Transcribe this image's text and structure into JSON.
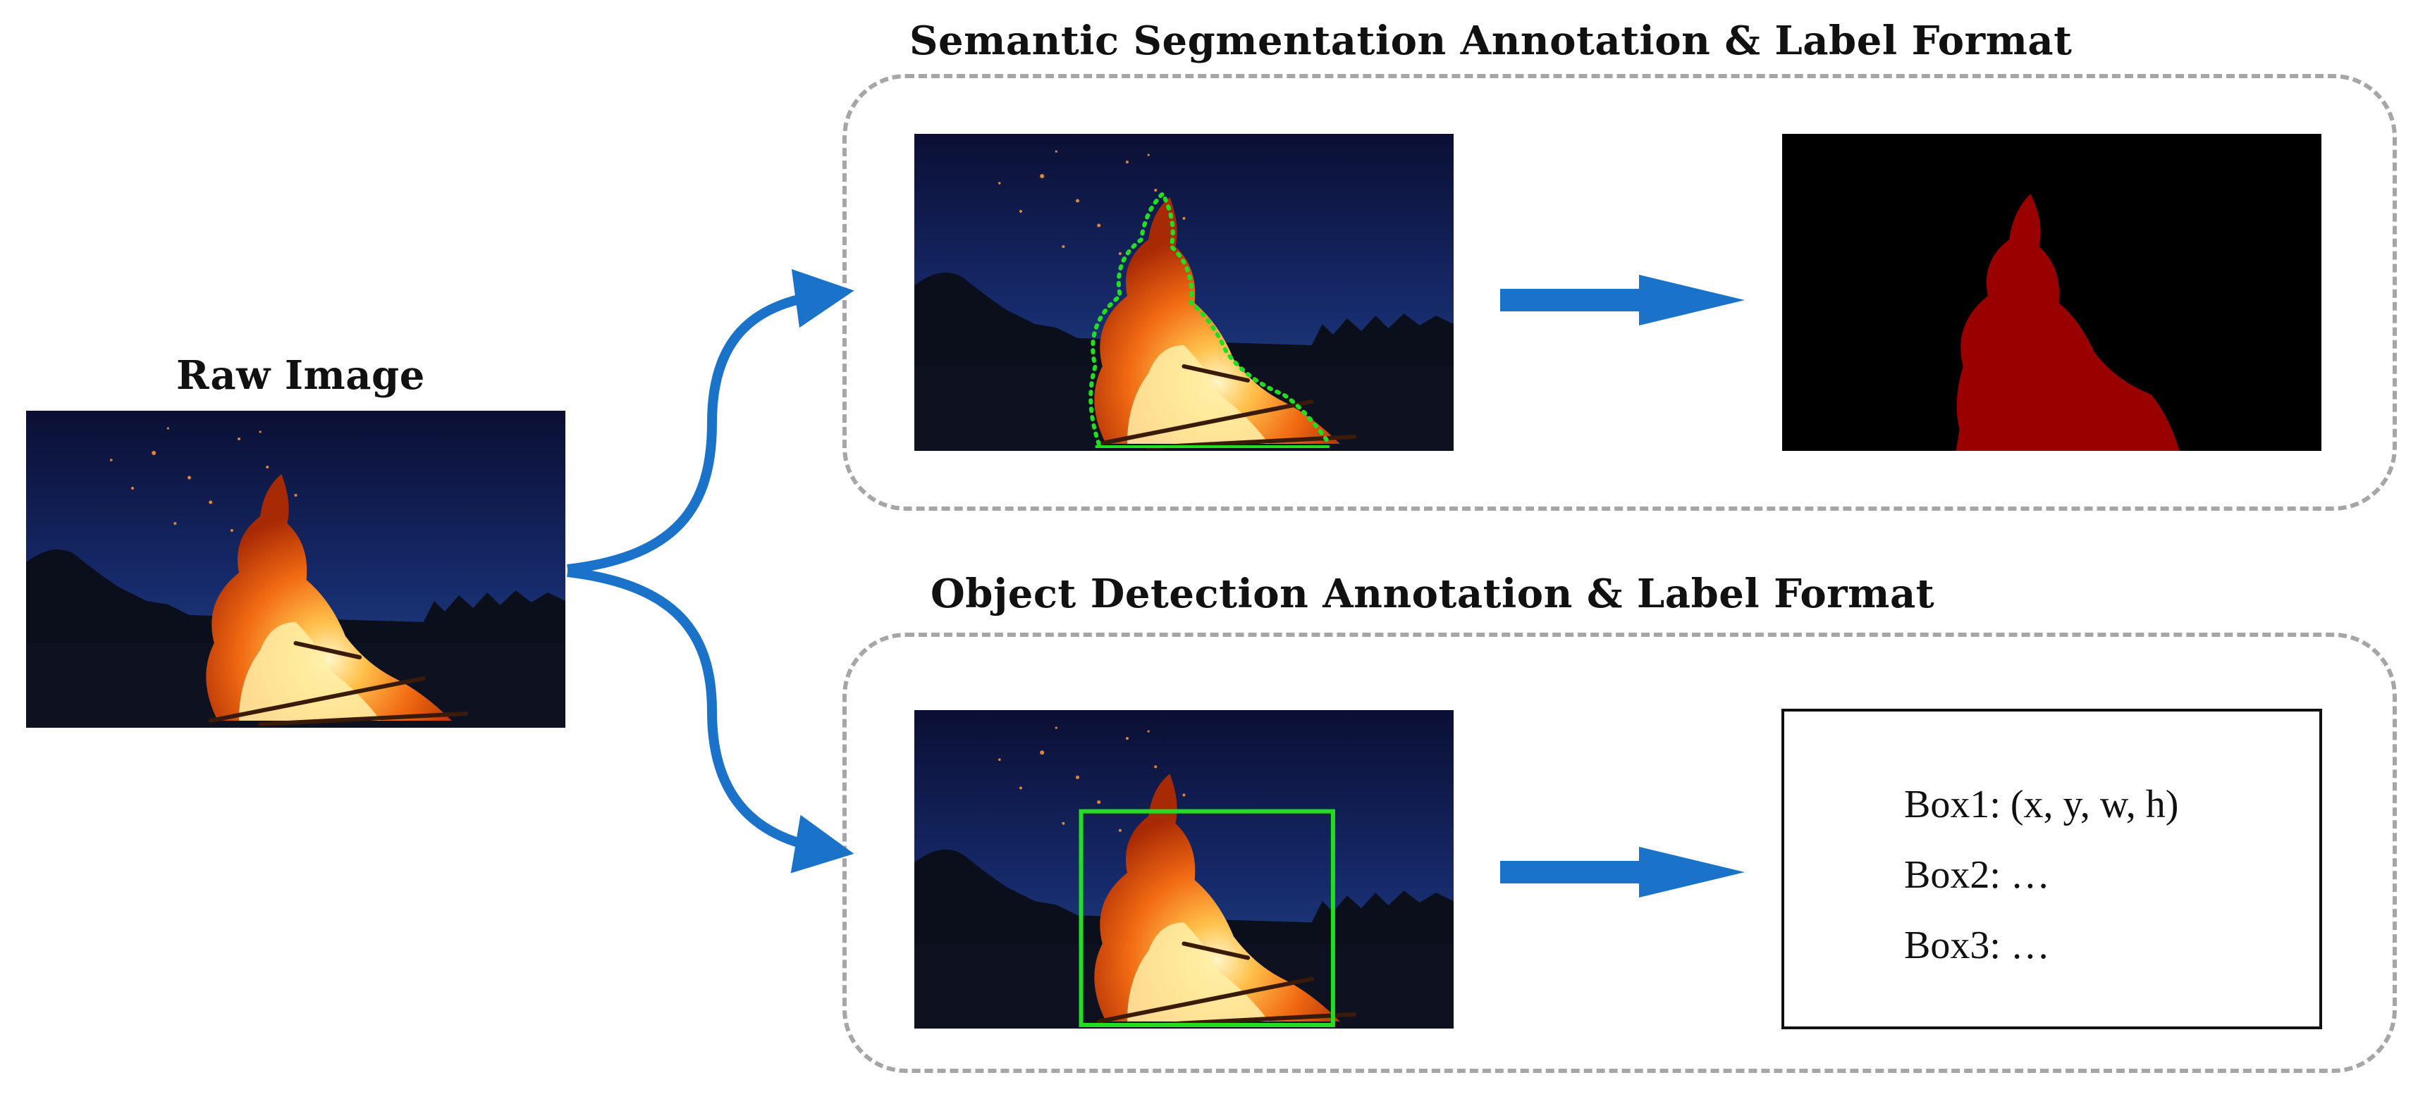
{
  "raw_image": {
    "title": "Raw Image"
  },
  "segmentation": {
    "title": "Semantic Segmentation Annotation & Label Format"
  },
  "detection": {
    "title": "Object Detection Annotation & Label Format",
    "boxes": [
      "Box1: (x, y, w, h)",
      "Box2:  …",
      "Box3:  …"
    ]
  },
  "colors": {
    "arrow": "#1a73c8",
    "annotation": "#22dd22",
    "mask": "#990000",
    "dashed_border": "#a6a6a6",
    "night_sky": "#10153f"
  }
}
